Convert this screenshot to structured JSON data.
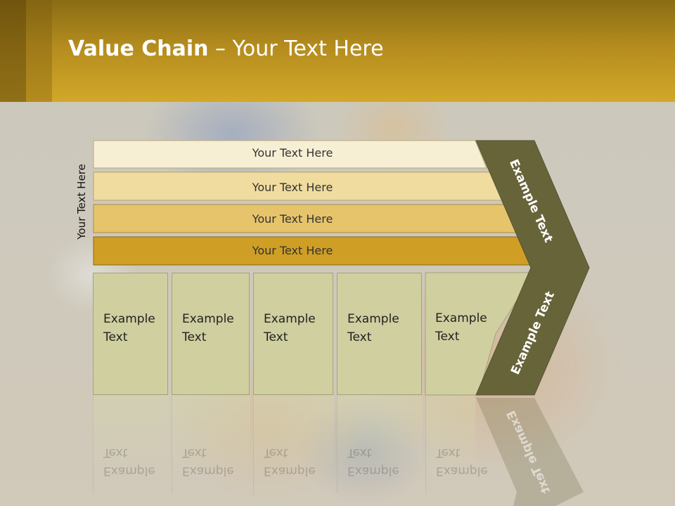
{
  "slide": {
    "title_bold": "Value Chain",
    "title_rest": " – Your Text Here",
    "vertical_label": "Your Text Here",
    "bars": [
      {
        "label": "Your Text Here",
        "color": "#f7efd4"
      },
      {
        "label": "Your Text Here",
        "color": "#f0dc9e"
      },
      {
        "label": "Your Text Here",
        "color": "#e6c46c"
      },
      {
        "label": "Your Text Here",
        "color": "#cf9e25"
      }
    ],
    "cells": [
      {
        "label": "Example\nText"
      },
      {
        "label": "Example\nText"
      },
      {
        "label": "Example\nText"
      },
      {
        "label": "Example\nText"
      },
      {
        "label": "Example\nText"
      }
    ],
    "chevron_top_label": "Example Text",
    "chevron_bottom_label": "Example Text",
    "colors": {
      "header": "#c49a22",
      "chevron": "#67643a",
      "cell_fill": "#cfcfa0"
    }
  }
}
